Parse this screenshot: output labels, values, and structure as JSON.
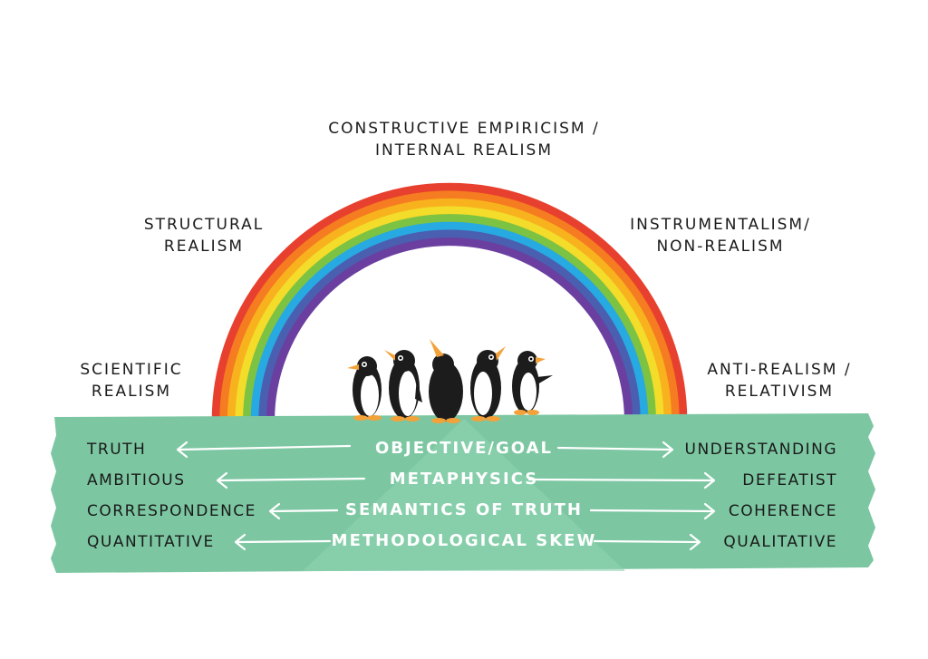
{
  "labels": {
    "top": [
      "CONSTRUCTIVE EMPIRICISM /",
      "INTERNAL REALISM"
    ],
    "upper_left": [
      "STRUCTURAL",
      "REALISM"
    ],
    "upper_right": [
      "INSTRUMENTALISM/",
      "NON-REALISM"
    ],
    "lower_left": [
      "SCIENTIFIC",
      "REALISM"
    ],
    "lower_right": [
      "ANTI-REALISM /",
      "RELATIVISM"
    ]
  },
  "spectrum": [
    {
      "left": "TRUTH",
      "center": "OBJECTIVE/GOAL",
      "right": "UNDERSTANDING"
    },
    {
      "left": "AMBITIOUS",
      "center": "METAPHYSICS",
      "right": "DEFEATIST"
    },
    {
      "left": "CORRESPONDENCE",
      "center": "SEMANTICS OF TRUTH",
      "right": "COHERENCE"
    },
    {
      "left": "QUANTITATIVE",
      "center": "METHODOLOGICAL SKEW",
      "right": "QUALITATIVE"
    }
  ],
  "colors": {
    "ground": "#7cc7a2",
    "ground_highlight": "#8fd2b1",
    "arrow": "#ffffff",
    "rainbow": [
      "#e8402e",
      "#f57c20",
      "#f8b21e",
      "#f3dc2a",
      "#7cc243",
      "#27a9e1",
      "#4a5fb0",
      "#6a3fa0"
    ]
  }
}
